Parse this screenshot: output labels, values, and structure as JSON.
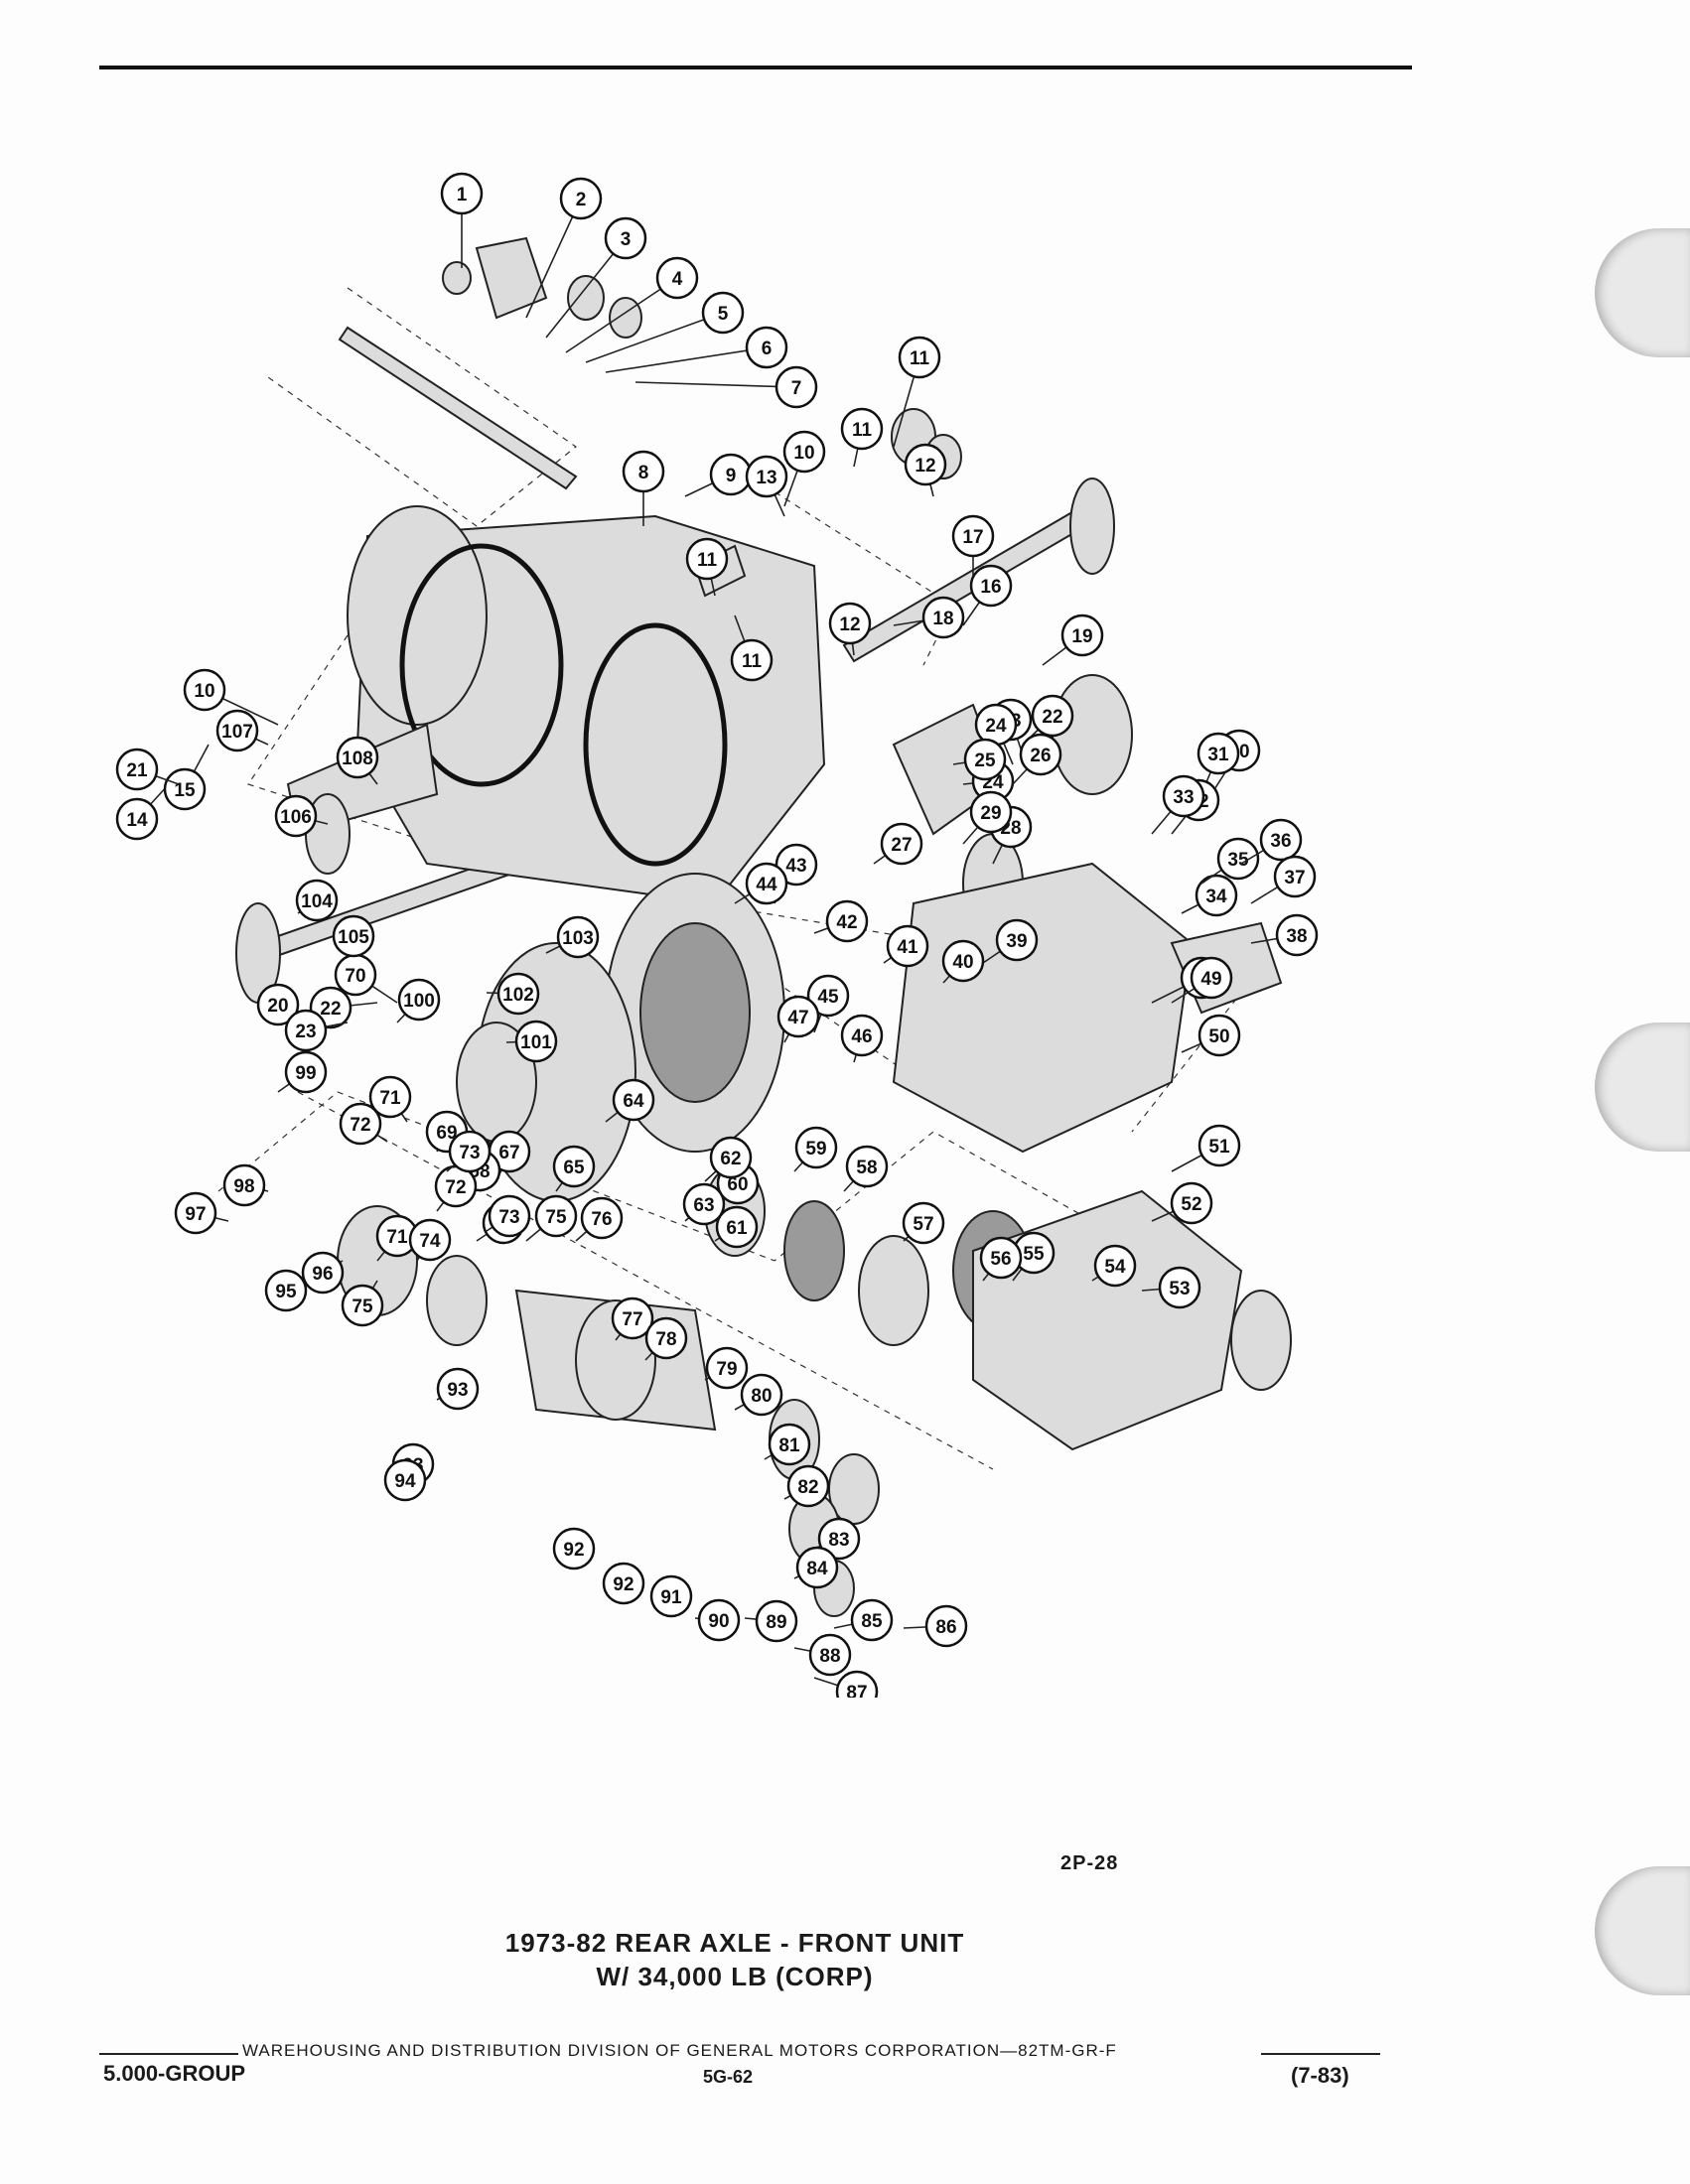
{
  "sheet_code": "2P-28",
  "title_line1": "1973-82 REAR AXLE - FRONT UNIT",
  "title_line2": "W/ 34,000 LB (CORP)",
  "footer_text": "WAREHOUSING AND DISTRIBUTION  DIVISION OF GENERAL MOTORS CORPORATION—82TM-GR-F",
  "group": "5.000-GROUP",
  "page_number": "5G-62",
  "date_code": "(7-83)",
  "icons": [
    "binder-hole-icon",
    "exploded-axle-diagram"
  ],
  "callouts": [
    "1",
    "2",
    "3",
    "4",
    "5",
    "6",
    "7",
    "8",
    "9",
    "10",
    "10",
    "11",
    "11",
    "11",
    "11",
    "12",
    "12",
    "13",
    "14",
    "15",
    "16",
    "17",
    "18",
    "19",
    "20",
    "21",
    "22",
    "22",
    "23",
    "23",
    "24",
    "24",
    "25",
    "26",
    "27",
    "28",
    "29",
    "30",
    "31",
    "32",
    "33",
    "34",
    "35",
    "36",
    "37",
    "38",
    "39",
    "40",
    "41",
    "42",
    "43",
    "44",
    "45",
    "46",
    "47",
    "48",
    "49",
    "50",
    "51",
    "52",
    "53",
    "54",
    "55",
    "56",
    "57",
    "58",
    "59",
    "60",
    "61",
    "62",
    "63",
    "64",
    "65",
    "66",
    "67",
    "68",
    "69",
    "70",
    "71",
    "71",
    "72",
    "72",
    "73",
    "73",
    "74",
    "75",
    "75",
    "76",
    "77",
    "78",
    "79",
    "80",
    "81",
    "82",
    "83",
    "84",
    "85",
    "86",
    "87",
    "88",
    "89",
    "90",
    "91",
    "92",
    "92",
    "93",
    "93",
    "94",
    "95",
    "96",
    "97",
    "98",
    "99",
    "100",
    "101",
    "102",
    "103",
    "104",
    "105",
    "106",
    "107",
    "108"
  ]
}
